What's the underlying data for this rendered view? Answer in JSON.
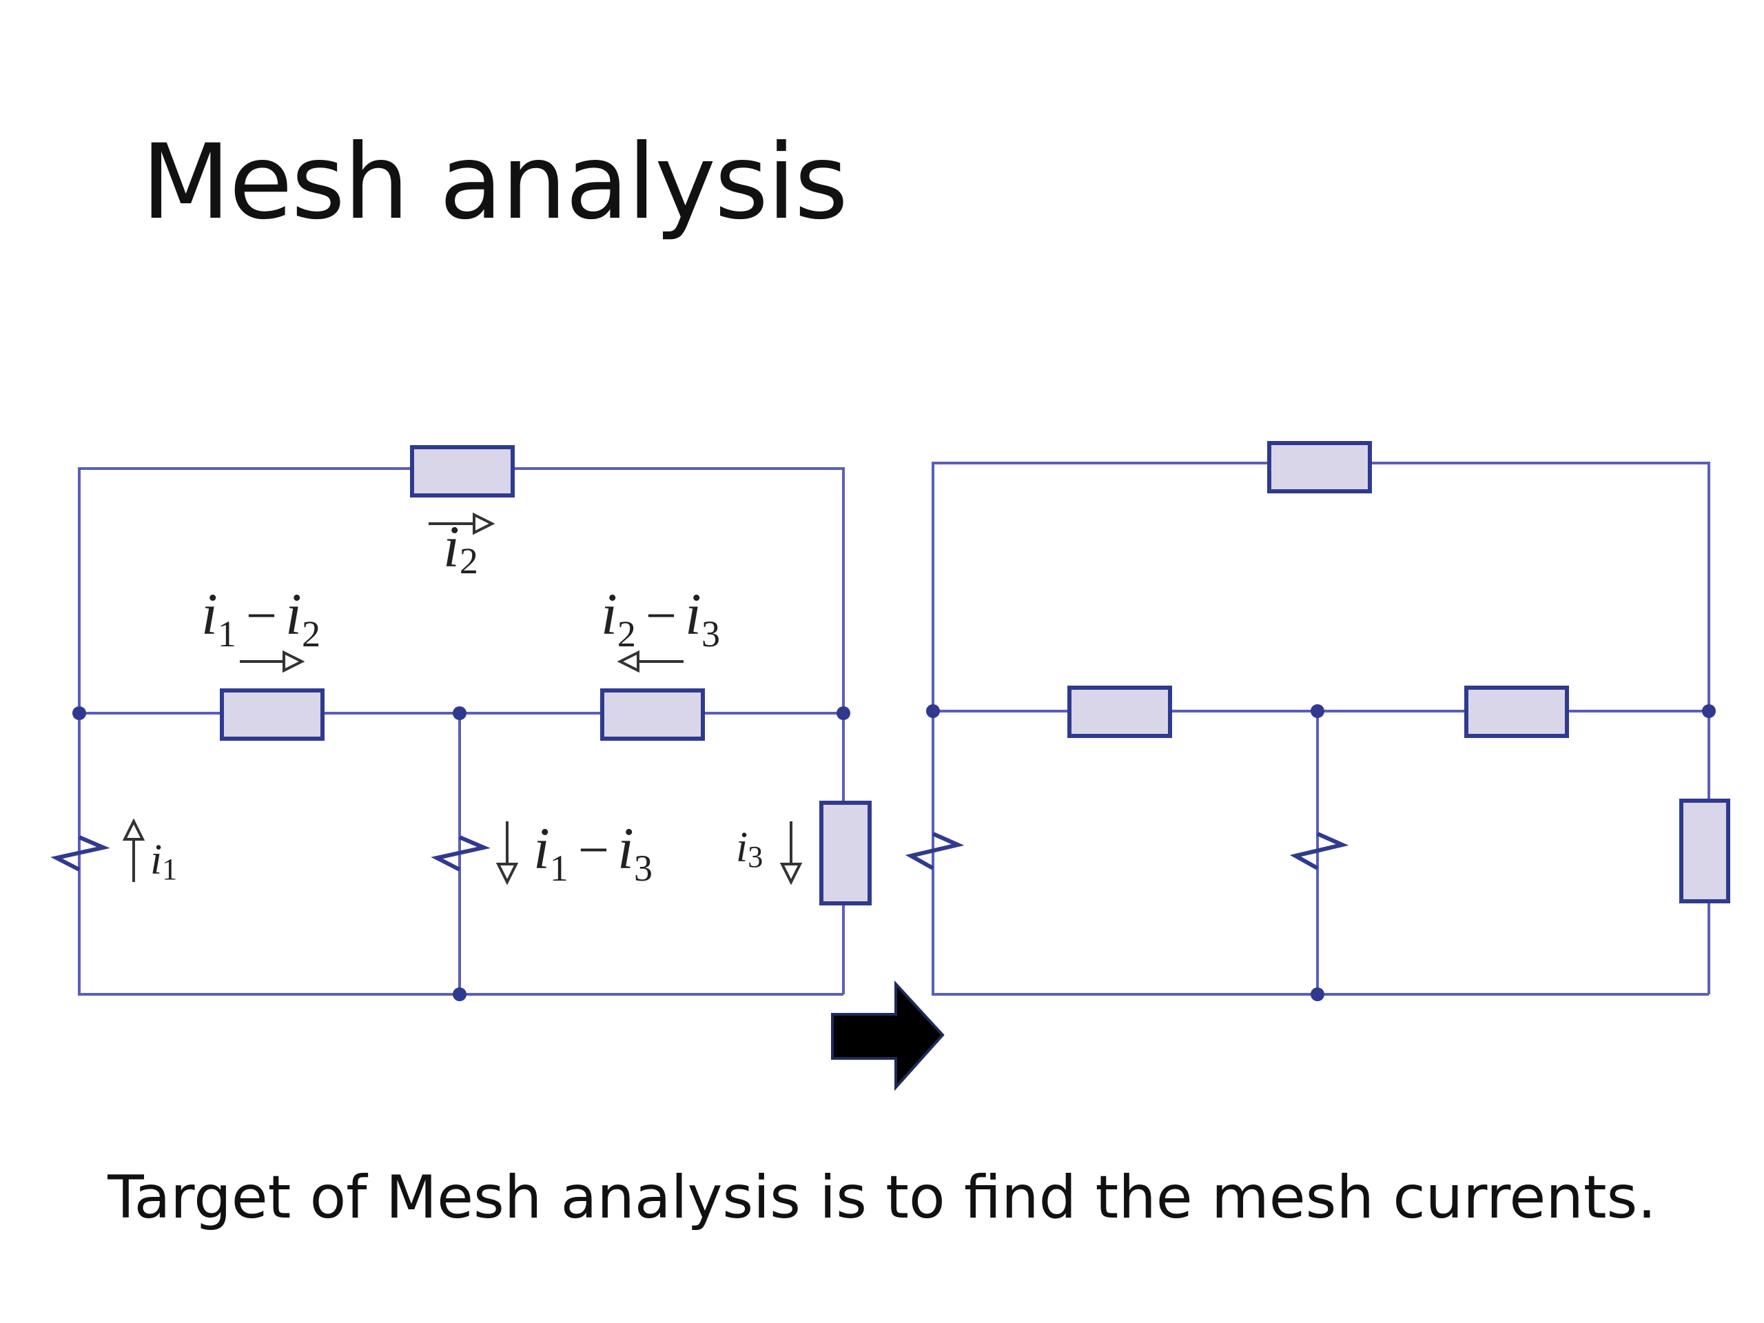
{
  "slide": {
    "title": "Mesh analysis",
    "subtitle": "Target of Mesh analysis is to find the mesh currents."
  },
  "left_circuit": {
    "labels": {
      "i2": {
        "var": "i",
        "sub": "2"
      },
      "i1_minus_i2": {
        "a": "i",
        "a_sub": "1",
        "op": "−",
        "b": "i",
        "b_sub": "2"
      },
      "i2_minus_i3": {
        "a": "i",
        "a_sub": "2",
        "op": "−",
        "b": "i",
        "b_sub": "3"
      },
      "i1": {
        "var": "i",
        "sub": "1"
      },
      "i1_minus_i3": {
        "a": "i",
        "a_sub": "1",
        "op": "−",
        "b": "i",
        "b_sub": "3"
      },
      "i3": {
        "var": "i",
        "sub": "3"
      }
    }
  },
  "colors": {
    "wire": "#5a5fb8",
    "resistor_fill": "#d9d6ea",
    "resistor_stroke": "#2f3a8f",
    "node": "#2f3a8f",
    "block_arrow": "#000000"
  },
  "icons": {
    "transition": "right-block-arrow-icon"
  }
}
